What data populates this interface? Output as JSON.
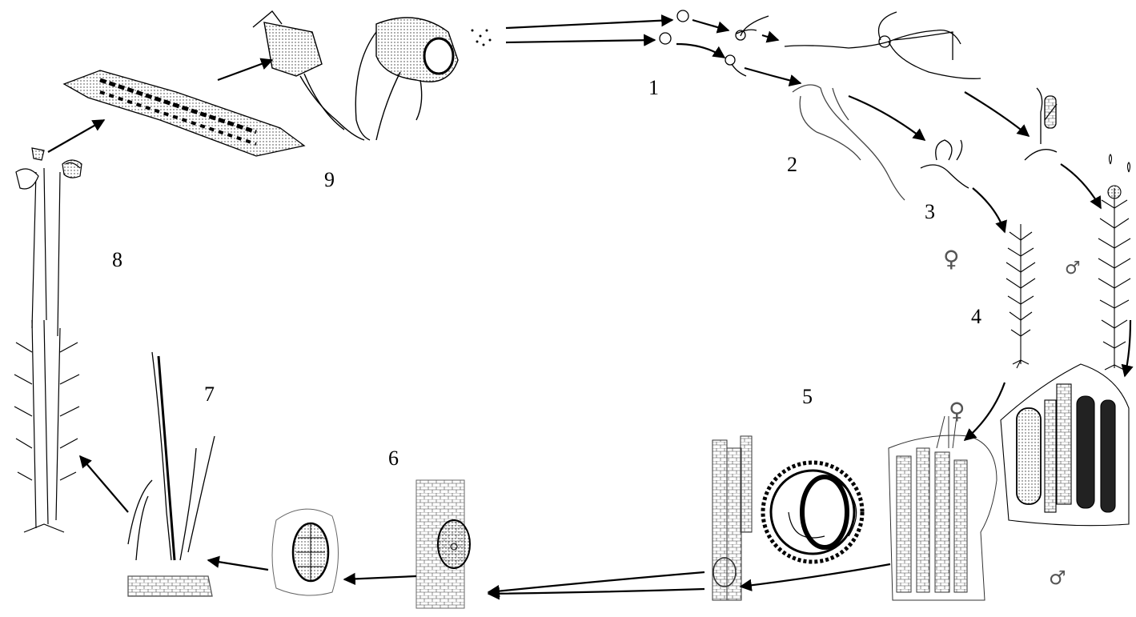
{
  "diagram": {
    "stages": [
      {
        "id": "1",
        "label": "1",
        "depicts": "germinating spores"
      },
      {
        "id": "2",
        "label": "2",
        "depicts": "protonema"
      },
      {
        "id": "3",
        "label": "3",
        "depicts": "gametophore buds"
      },
      {
        "id": "4",
        "label": "4",
        "depicts": "female and male gametophytes"
      },
      {
        "id": "5",
        "label": "5",
        "depicts": "archegonia, antheridia and spermatozoid"
      },
      {
        "id": "6",
        "label": "6",
        "depicts": "zygote and embryo"
      },
      {
        "id": "7",
        "label": "7",
        "depicts": "young sporophyte"
      },
      {
        "id": "8",
        "label": "8",
        "depicts": "mature sporophytes on gametophyte"
      },
      {
        "id": "9",
        "label": "9",
        "depicts": "capsules releasing spores"
      }
    ],
    "symbols": {
      "female": "♀",
      "male": "♂"
    },
    "colors": {
      "ink": "#000000",
      "symbol": "#555555",
      "background": "#ffffff"
    }
  }
}
